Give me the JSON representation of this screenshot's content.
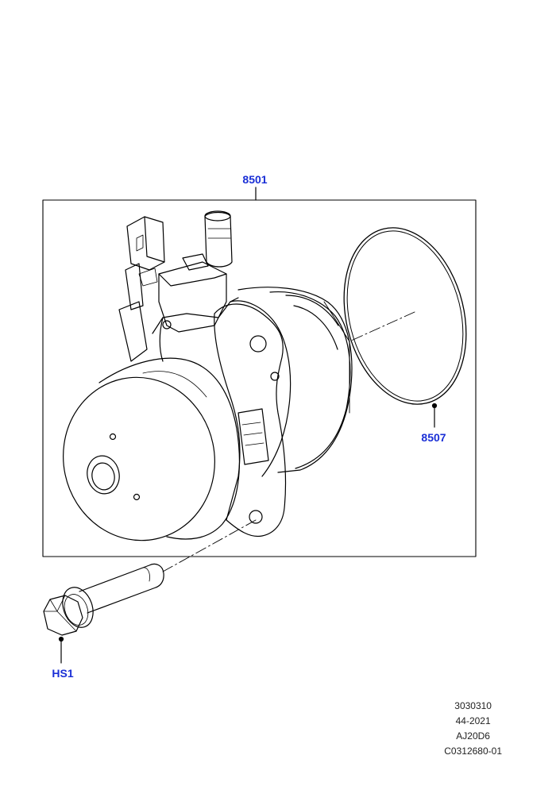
{
  "callouts": {
    "pump_assembly": "8501",
    "o_ring": "8507",
    "bolt": "HS1"
  },
  "reference": {
    "line1": "3030310",
    "line2": "44-2021",
    "line3": "AJ20D6",
    "line4": "C0312680-01"
  },
  "colors": {
    "callout_text": "#1a2fd6",
    "line_art": "#000000"
  }
}
